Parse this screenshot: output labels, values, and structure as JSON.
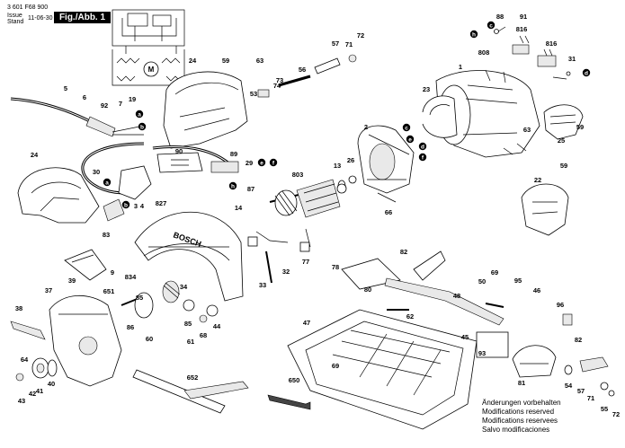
{
  "header": {
    "doc_number": "3 601 F68 900",
    "issue_label": "Issue",
    "stand_label": "Stand",
    "issue_date": "11-06-30",
    "figure_label": "Fig./Abb. 1"
  },
  "notes": [
    "Änderungen vorbehalten",
    "Modifications reserved",
    "Modifications reservees",
    "Salvo modificaciones"
  ],
  "brand_text": "BOSCH",
  "motor_symbol": "M",
  "connection_letters": [
    "a",
    "b",
    "c",
    "d",
    "e",
    "f"
  ],
  "part_labels": [
    {
      "id": "88",
      "text": "88"
    },
    {
      "id": "91",
      "text": "91"
    },
    {
      "id": "816a",
      "text": "816"
    },
    {
      "id": "h1",
      "text": "h"
    },
    {
      "id": "c1",
      "text": "c"
    },
    {
      "id": "72",
      "text": "72"
    },
    {
      "id": "57a",
      "text": "57"
    },
    {
      "id": "71",
      "text": "71"
    },
    {
      "id": "24a",
      "text": "24"
    },
    {
      "id": "59a",
      "text": "59"
    },
    {
      "id": "63a",
      "text": "63"
    },
    {
      "id": "1",
      "text": "1"
    },
    {
      "id": "808",
      "text": "808"
    },
    {
      "id": "816b",
      "text": "816"
    },
    {
      "id": "31",
      "text": "31"
    },
    {
      "id": "d1",
      "text": "d"
    },
    {
      "id": "56",
      "text": "56"
    },
    {
      "id": "74",
      "text": "74"
    },
    {
      "id": "73",
      "text": "73"
    },
    {
      "id": "53",
      "text": "53"
    },
    {
      "id": "5",
      "text": "5"
    },
    {
      "id": "6",
      "text": "6"
    },
    {
      "id": "92",
      "text": "92"
    },
    {
      "id": "19",
      "text": "19"
    },
    {
      "id": "7",
      "text": "7"
    },
    {
      "id": "a1",
      "text": "a"
    },
    {
      "id": "b1",
      "text": "b"
    },
    {
      "id": "23",
      "text": "23"
    },
    {
      "id": "2",
      "text": "2"
    },
    {
      "id": "c2",
      "text": "c"
    },
    {
      "id": "e1",
      "text": "e"
    },
    {
      "id": "d2",
      "text": "d"
    },
    {
      "id": "f1",
      "text": "f"
    },
    {
      "id": "63b",
      "text": "63"
    },
    {
      "id": "25",
      "text": "25"
    },
    {
      "id": "59b",
      "text": "59"
    },
    {
      "id": "24b",
      "text": "24"
    },
    {
      "id": "30",
      "text": "30"
    },
    {
      "id": "90",
      "text": "90"
    },
    {
      "id": "89",
      "text": "89"
    },
    {
      "id": "29",
      "text": "29"
    },
    {
      "id": "e2",
      "text": "e"
    },
    {
      "id": "f2",
      "text": "f"
    },
    {
      "id": "h2",
      "text": "h"
    },
    {
      "id": "87",
      "text": "87"
    },
    {
      "id": "a2",
      "text": "a"
    },
    {
      "id": "b2",
      "text": "b"
    },
    {
      "id": "3",
      "text": "3"
    },
    {
      "id": "4",
      "text": "4"
    },
    {
      "id": "83",
      "text": "83"
    },
    {
      "id": "827",
      "text": "827"
    },
    {
      "id": "14",
      "text": "14"
    },
    {
      "id": "803",
      "text": "803"
    },
    {
      "id": "13",
      "text": "13"
    },
    {
      "id": "26",
      "text": "26"
    },
    {
      "id": "66",
      "text": "66"
    },
    {
      "id": "59c",
      "text": "59"
    },
    {
      "id": "22",
      "text": "22"
    },
    {
      "id": "9",
      "text": "9"
    },
    {
      "id": "834",
      "text": "834"
    },
    {
      "id": "651",
      "text": "651"
    },
    {
      "id": "85a",
      "text": "85"
    },
    {
      "id": "34",
      "text": "34"
    },
    {
      "id": "33",
      "text": "33"
    },
    {
      "id": "32",
      "text": "32"
    },
    {
      "id": "77",
      "text": "77"
    },
    {
      "id": "78",
      "text": "78"
    },
    {
      "id": "82a",
      "text": "82"
    },
    {
      "id": "80",
      "text": "80"
    },
    {
      "id": "37",
      "text": "37"
    },
    {
      "id": "39",
      "text": "39"
    },
    {
      "id": "38",
      "text": "38"
    },
    {
      "id": "86",
      "text": "86"
    },
    {
      "id": "85b",
      "text": "85"
    },
    {
      "id": "44",
      "text": "44"
    },
    {
      "id": "68",
      "text": "68"
    },
    {
      "id": "61",
      "text": "61"
    },
    {
      "id": "60",
      "text": "60"
    },
    {
      "id": "50",
      "text": "50"
    },
    {
      "id": "69a",
      "text": "69"
    },
    {
      "id": "95",
      "text": "95"
    },
    {
      "id": "46",
      "text": "46"
    },
    {
      "id": "48",
      "text": "48"
    },
    {
      "id": "62",
      "text": "62"
    },
    {
      "id": "47",
      "text": "47"
    },
    {
      "id": "96",
      "text": "96"
    },
    {
      "id": "64",
      "text": "64"
    },
    {
      "id": "42",
      "text": "42"
    },
    {
      "id": "41",
      "text": "41"
    },
    {
      "id": "40",
      "text": "40"
    },
    {
      "id": "43",
      "text": "43"
    },
    {
      "id": "45",
      "text": "45"
    },
    {
      "id": "93",
      "text": "93"
    },
    {
      "id": "82b",
      "text": "82"
    },
    {
      "id": "69b",
      "text": "69"
    },
    {
      "id": "81",
      "text": "81"
    },
    {
      "id": "54",
      "text": "54"
    },
    {
      "id": "57b",
      "text": "57"
    },
    {
      "id": "71b",
      "text": "71"
    },
    {
      "id": "55",
      "text": "55"
    },
    {
      "id": "72b",
      "text": "72"
    },
    {
      "id": "652",
      "text": "652"
    },
    {
      "id": "650",
      "text": "650"
    }
  ]
}
